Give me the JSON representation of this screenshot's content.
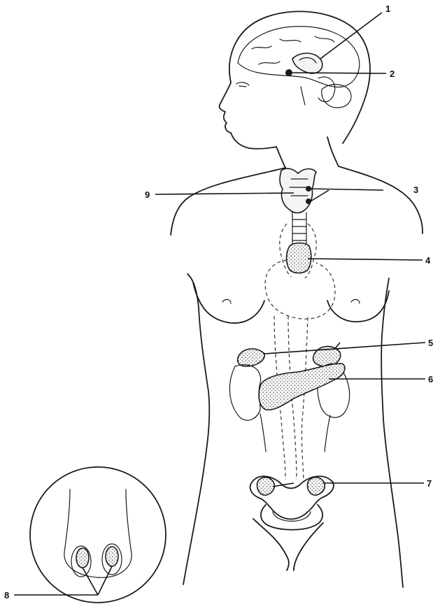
{
  "labels": [
    {
      "id": "label-1",
      "text": "1"
    },
    {
      "id": "label-2",
      "text": "2"
    },
    {
      "id": "label-3",
      "text": "3"
    },
    {
      "id": "label-4",
      "text": "4"
    },
    {
      "id": "label-5",
      "text": "5"
    },
    {
      "id": "label-6",
      "text": "6"
    },
    {
      "id": "label-7",
      "text": "7"
    },
    {
      "id": "label-8",
      "text": "8"
    },
    {
      "id": "label-9",
      "text": "9"
    }
  ],
  "colors": {
    "line": "#1a1a1a",
    "background": "#ffffff",
    "organ_fill": "#f4f4f4"
  }
}
